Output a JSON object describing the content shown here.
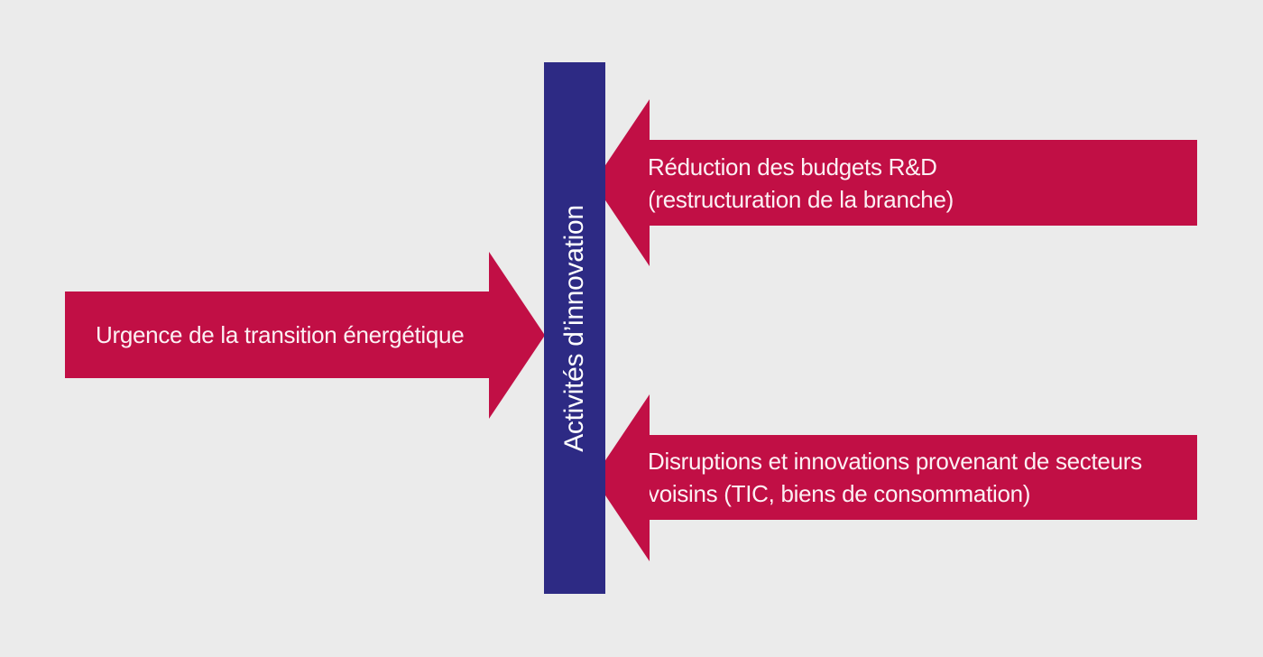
{
  "colors": {
    "background": "#EBEBEB",
    "arrow_red": "#C10F45",
    "bar_blue": "#2D2A84",
    "text_white": "#FFFFFF"
  },
  "diagram": {
    "center_bar": {
      "label": "Activités d’innovation"
    },
    "left_arrow": {
      "label": "Urgence de la transition énergétique",
      "direction": "right"
    },
    "top_right_arrow": {
      "line1": "Réduction des budgets R&D",
      "line2": "(restructuration de la branche)",
      "direction": "left"
    },
    "bottom_right_arrow": {
      "line1": "Disruptions et innovations provenant de secteurs",
      "line2": "voisins (TIC, biens de consommation)",
      "direction": "left"
    }
  }
}
